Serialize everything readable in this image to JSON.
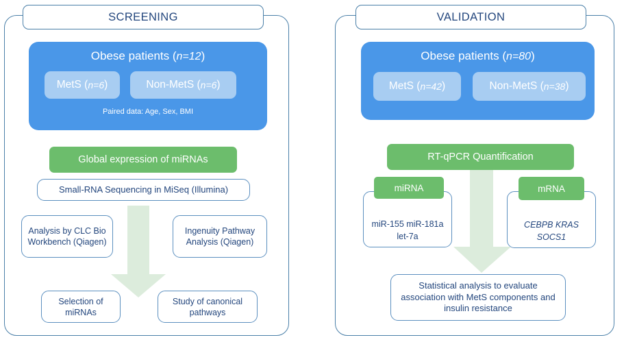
{
  "figure": {
    "type": "study-workflow-flowchart",
    "colors": {
      "panel_border": "#4a7fa8",
      "title_text": "#23467d",
      "cohort_blue": "#4a97e8",
      "subgroup_blue": "#a8cdf2",
      "green": "#6cbd6c",
      "arrow_green": "#dcecdc",
      "box_border": "#5b8fbf",
      "box_text": "#23467d"
    }
  },
  "panels": [
    {
      "id": "screening",
      "title": "SCREENING",
      "cohort": {
        "title_main": "Obese patients (",
        "title_n": "n=12",
        "title_close": ")",
        "subgroups": [
          {
            "label": "MetS (",
            "n": "n=6",
            "close": ")"
          },
          {
            "label": "Non-MetS (",
            "n": "n=6",
            "close": ")"
          }
        ],
        "footnote": "Paired data: Age, Sex, BMI"
      },
      "green_step": "Global expression of miRNAs",
      "method_box": "Small-RNA Sequencing in MiSeq (Illumina)",
      "analysis_boxes": [
        "Analysis by CLC Bio Workbench (Qiagen)",
        "Ingenuity Pathway Analysis (Qiagen)"
      ],
      "outcome_boxes": [
        "Selection of miRNAs",
        "Study of canonical pathways"
      ]
    },
    {
      "id": "validation",
      "title": "VALIDATION",
      "cohort": {
        "title_main": "Obese patients (",
        "title_n": "n=80",
        "title_close": ")",
        "subgroups": [
          {
            "label": "MetS (",
            "n": "n=42",
            "close": ")"
          },
          {
            "label": "Non-MetS (",
            "n": "n=38",
            "close": ")"
          }
        ],
        "footnote": ""
      },
      "green_step": "RT-qPCR Quantification",
      "targets": [
        {
          "tag": "miRNA",
          "items": "miR-155 miR-181a let-7a"
        },
        {
          "tag": "mRNA",
          "items": "CEBPB KRAS SOCS1"
        }
      ],
      "outcome_box": "Statistical analysis to evaluate association with MetS components and insulin resistance"
    }
  ]
}
